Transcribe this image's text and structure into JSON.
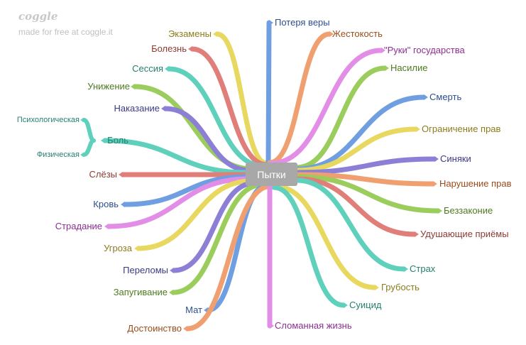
{
  "brand": {
    "logo_text": "coggle",
    "tagline": "made for free at coggle.it"
  },
  "center": {
    "label": "Пытки"
  },
  "branches": [
    {
      "label": "Экзамены",
      "color": "#e8d860",
      "text_color": "#8a7d1d"
    },
    {
      "label": "Болезнь",
      "color": "#e07f7a",
      "text_color": "#8c3a32"
    },
    {
      "label": "Сессия",
      "color": "#5fd0bc",
      "text_color": "#247f6f"
    },
    {
      "label": "Унижение",
      "color": "#9acd5c",
      "text_color": "#4e7a1f"
    },
    {
      "label": "Наказание",
      "color": "#8c7fd6",
      "text_color": "#3c3a85"
    },
    {
      "label": "Боль",
      "color": "#5fd0bc",
      "text_color": "#247f6f"
    },
    {
      "label": "Слёзы",
      "color": "#e07f7a",
      "text_color": "#8c3a32"
    },
    {
      "label": "Кровь",
      "color": "#6f9fe0",
      "text_color": "#2c4f8f"
    },
    {
      "label": "Страдание",
      "color": "#e28ee6",
      "text_color": "#8e2f93"
    },
    {
      "label": "Угроза",
      "color": "#e8d860",
      "text_color": "#8a7d1d"
    },
    {
      "label": "Переломы",
      "color": "#8c7fd6",
      "text_color": "#3c3a85"
    },
    {
      "label": "Запугивание",
      "color": "#9acd5c",
      "text_color": "#4e7a1f"
    },
    {
      "label": "Мат",
      "color": "#6f9fe0",
      "text_color": "#2c4f8f"
    },
    {
      "label": "Достоинство",
      "color": "#f0a070",
      "text_color": "#9b4c1c"
    },
    {
      "label": "Потеря веры",
      "color": "#6f9fe0",
      "text_color": "#2c4f8f"
    },
    {
      "label": "Жестокость",
      "color": "#f0a070",
      "text_color": "#9b4c1c"
    },
    {
      "label": "\"Руки\" государства",
      "color": "#e28ee6",
      "text_color": "#8e2f93"
    },
    {
      "label": "Насилие",
      "color": "#9acd5c",
      "text_color": "#4e7a1f"
    },
    {
      "label": "Смерть",
      "color": "#6f9fe0",
      "text_color": "#2c4f8f"
    },
    {
      "label": "Ограничение прав",
      "color": "#e8d860",
      "text_color": "#8a7d1d"
    },
    {
      "label": "Синяки",
      "color": "#8c7fd6",
      "text_color": "#3c3a85"
    },
    {
      "label": "Нарушение прав",
      "color": "#f0a070",
      "text_color": "#9b4c1c"
    },
    {
      "label": "Беззаконие",
      "color": "#9acd5c",
      "text_color": "#4e7a1f"
    },
    {
      "label": "Удушающие приёмы",
      "color": "#e07f7a",
      "text_color": "#8c3a32"
    },
    {
      "label": "Страх",
      "color": "#5fd0bc",
      "text_color": "#247f6f"
    },
    {
      "label": "Грубость",
      "color": "#e8d860",
      "text_color": "#8a7d1d"
    },
    {
      "label": "Суицид",
      "color": "#5fd0bc",
      "text_color": "#247f6f"
    },
    {
      "label": "Сломанная жизнь",
      "color": "#e28ee6",
      "text_color": "#8e2f93"
    }
  ],
  "sub_branches": [
    {
      "parent": "Боль",
      "label": "Психологическая",
      "color": "#5fd0bc",
      "text_color": "#247f6f"
    },
    {
      "parent": "Боль",
      "label": "Физическая",
      "color": "#5fd0bc",
      "text_color": "#247f6f"
    }
  ]
}
